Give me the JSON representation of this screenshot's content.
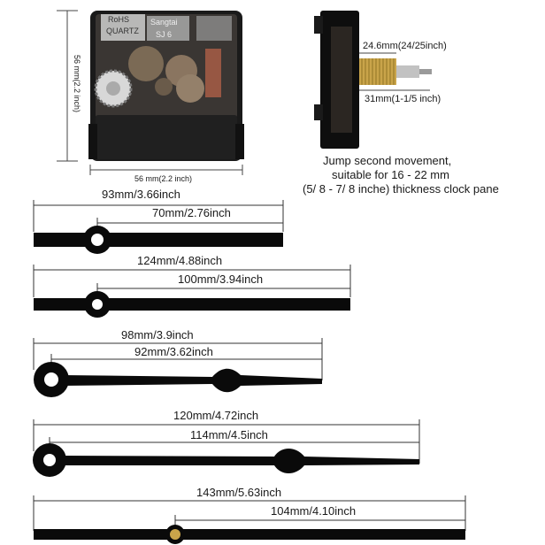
{
  "movement": {
    "front_label_rohs": "RoHS",
    "front_label_quartz": "QUARTZ",
    "front_label_brand": "Sangtai",
    "front_label_code": "SJ 6",
    "height_label": "56 mm(2.2 inch)",
    "width_label": "56 mm(2.2 inch)",
    "shaft_upper_label": "24.6mm(24/25inch)",
    "shaft_lower_label": "31mm(1-1/5 inch)",
    "note_lines": [
      "Jump second movement,",
      "suitable for 16 - 22 mm",
      "(5/ 8 - 7/ 8 inche) thickness clock pane"
    ]
  },
  "hands": [
    {
      "outer_label": "93mm/3.66inch",
      "inner_label": "70mm/2.76inch"
    },
    {
      "outer_label": "124mm/4.88inch",
      "inner_label": "100mm/3.94inch"
    },
    {
      "outer_label": "98mm/3.9inch",
      "inner_label": "92mm/3.62inch"
    },
    {
      "outer_label": "120mm/4.72inch",
      "inner_label": "114mm/4.5inch"
    },
    {
      "outer_label": "143mm/5.63inch",
      "inner_label": "104mm/4.10inch"
    }
  ],
  "colors": {
    "hand": "#0a0a0a",
    "movement_body": "#151515",
    "shaft_brass": "#c9a44a",
    "dim_line": "#333333"
  }
}
